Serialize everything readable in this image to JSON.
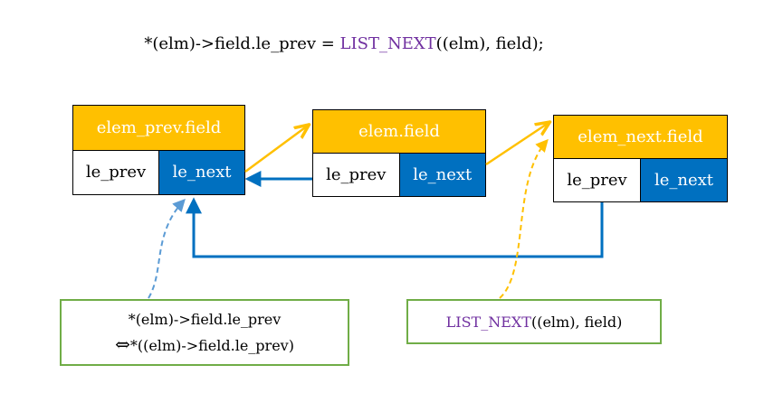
{
  "formula": {
    "lhs": "*(elm)->field.le_prev = ",
    "macro": "LIST_NEXT",
    "rhs": "((elm), field);"
  },
  "nodes": [
    {
      "header": "elem_prev.field",
      "prev": "le_prev",
      "next": "le_next"
    },
    {
      "header": "elem.field",
      "prev": "le_prev",
      "next": "le_next"
    },
    {
      "header": "elem_next.field",
      "prev": "le_prev",
      "next": "le_next"
    }
  ],
  "note_left": {
    "line1": "*(elm)->field.le_prev",
    "equiv_symbol": "⇔",
    "line2": "*((elm)->field.le_prev)"
  },
  "note_right": {
    "macro": "LIST_NEXT",
    "rest": "((elm), field)"
  },
  "colors": {
    "header": "#ffc000",
    "next_cell": "#0070c0",
    "note_border": "#70ad47",
    "macro_text": "#7030a0",
    "dashed_left": "#5b9bd5"
  }
}
